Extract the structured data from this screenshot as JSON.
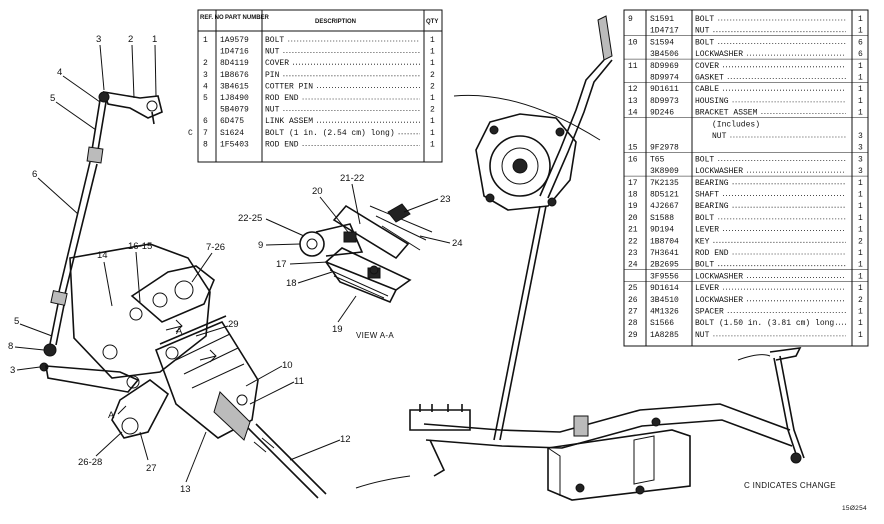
{
  "left_table": {
    "headers": [
      "REF. NO",
      "PART NUMBER",
      "DESCRIPTION",
      "QTY"
    ],
    "rows": [
      {
        "mark": "",
        "ref": "1",
        "part": "1A9579",
        "desc": "BOLT",
        "qty": "1"
      },
      {
        "mark": "",
        "ref": "",
        "part": "1D4716",
        "desc": "NUT",
        "qty": "1"
      },
      {
        "mark": "",
        "ref": "2",
        "part": "8D4119",
        "desc": "COVER",
        "qty": "1"
      },
      {
        "mark": "",
        "ref": "3",
        "part": "1B8676",
        "desc": "PIN",
        "qty": "2"
      },
      {
        "mark": "",
        "ref": "4",
        "part": "3B4615",
        "desc": "COTTER PIN",
        "qty": "2"
      },
      {
        "mark": "",
        "ref": "5",
        "part": "1J8490",
        "desc": "ROD END",
        "qty": "1"
      },
      {
        "mark": "",
        "ref": "",
        "part": "5B4079",
        "desc": "NUT",
        "qty": "2"
      },
      {
        "mark": "",
        "ref": "6",
        "part": "6D475",
        "desc": "LINK ASSEM",
        "qty": "1"
      },
      {
        "mark": "C",
        "ref": "7",
        "part": "S1624",
        "desc": "BOLT (1 in. (2.54 cm) long)",
        "qty": "1"
      },
      {
        "mark": "",
        "ref": "8",
        "part": "1F5403",
        "desc": "ROD END",
        "qty": "1"
      }
    ]
  },
  "right_table": {
    "rows": [
      {
        "ref": "9",
        "part": "S1591",
        "desc": "BOLT",
        "qty": "1"
      },
      {
        "ref": "",
        "part": "1D4717",
        "desc": "NUT",
        "qty": "1"
      },
      {
        "ref": "10",
        "part": "S1594",
        "desc": "BOLT",
        "qty": "6"
      },
      {
        "ref": "",
        "part": "3B4506",
        "desc": "LOCKWASHER",
        "qty": "6"
      },
      {
        "ref": "11",
        "part": "8D9969",
        "desc": "COVER",
        "qty": "1"
      },
      {
        "ref": "",
        "part": "8D9974",
        "desc": "GASKET",
        "qty": "1"
      },
      {
        "ref": "12",
        "part": "9D1611",
        "desc": "CABLE",
        "qty": "1"
      },
      {
        "ref": "13",
        "part": "8D9973",
        "desc": "HOUSING",
        "qty": "1"
      },
      {
        "ref": "14",
        "part": "9D246",
        "desc": "BRACKET ASSEM",
        "qty": "1"
      },
      {
        "ref": "",
        "part": "",
        "desc": "(Includes)",
        "qty": ""
      },
      {
        "ref": "",
        "part": "",
        "desc": "NUT",
        "qty": "3"
      },
      {
        "ref": "15",
        "part": "9F2978",
        "desc": "",
        "qty": "3"
      },
      {
        "ref": "16",
        "part": "T65",
        "desc": "BOLT",
        "qty": "3"
      },
      {
        "ref": "",
        "part": "3K8909",
        "desc": "LOCKWASHER",
        "qty": "3"
      },
      {
        "ref": "17",
        "part": "7K2135",
        "desc": "BEARING",
        "qty": "1"
      },
      {
        "ref": "18",
        "part": "8D5121",
        "desc": "SHAFT",
        "qty": "1"
      },
      {
        "ref": "19",
        "part": "4J2667",
        "desc": "BEARING",
        "qty": "1"
      },
      {
        "ref": "20",
        "part": "S1588",
        "desc": "BOLT",
        "qty": "1"
      },
      {
        "ref": "21",
        "part": "9D194",
        "desc": "LEVER",
        "qty": "1"
      },
      {
        "ref": "22",
        "part": "1B8704",
        "desc": "KEY",
        "qty": "2"
      },
      {
        "ref": "23",
        "part": "7H3641",
        "desc": "ROD END",
        "qty": "1"
      },
      {
        "ref": "24",
        "part": "2B2695",
        "desc": "BOLT",
        "qty": "1"
      },
      {
        "ref": "",
        "part": "3F9556",
        "desc": "LOCKWASHER",
        "qty": "1"
      },
      {
        "ref": "25",
        "part": "9D1614",
        "desc": "LEVER",
        "qty": "1"
      },
      {
        "ref": "26",
        "part": "3B4510",
        "desc": "LOCKWASHER",
        "qty": "2"
      },
      {
        "ref": "27",
        "part": "4M1326",
        "desc": "SPACER",
        "qty": "1"
      },
      {
        "ref": "28",
        "part": "S1566",
        "desc": "BOLT (1.50 in. (3.81 cm) long",
        "qty": "1"
      },
      {
        "ref": "29",
        "part": "1A8285",
        "desc": "NUT",
        "qty": "1"
      }
    ]
  },
  "callouts": {
    "c1": "1",
    "c2": "2",
    "c3a": "3",
    "c4": "4",
    "c5a": "5",
    "c6": "6",
    "c5b": "5",
    "c8": "8",
    "c3b": "3",
    "c14": "14",
    "c1615": "16-15",
    "c726": "7-26",
    "c29": "29",
    "c10": "10",
    "c11": "11",
    "c12": "12",
    "c13": "13",
    "c27": "27",
    "c2628": "26-28",
    "c2125": "22-25",
    "c9": "9",
    "c17": "17",
    "c18": "18",
    "c20": "20",
    "c2122": "21-22",
    "c23": "23",
    "c24": "24",
    "c19": "19",
    "secA": "A",
    "secA2": "A"
  },
  "view_label": "VIEW A-A",
  "change_note": "C INDICATES CHANGE",
  "figure_id": "15Ø254"
}
